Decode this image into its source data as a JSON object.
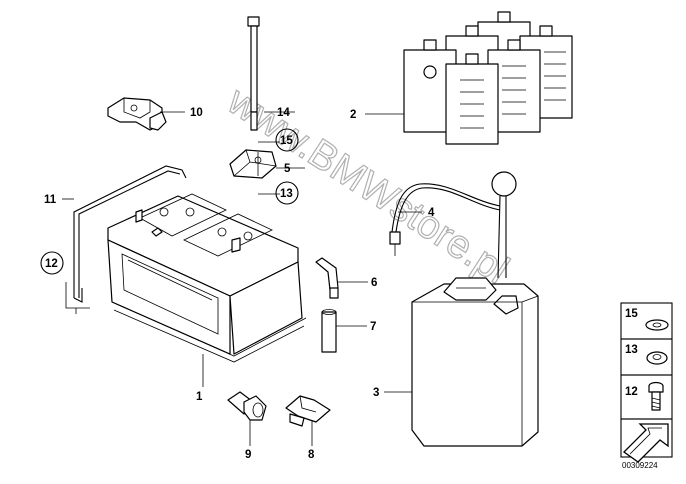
{
  "diagram": {
    "callouts": {
      "p1": "1",
      "p2": "2",
      "p4": "4",
      "p5": "5",
      "p6": "6",
      "p7": "7",
      "p8": "8",
      "p9": "9",
      "p10": "10",
      "p11": "11",
      "p12": "12",
      "p13": "13",
      "p14": "14",
      "p15": "15",
      "p3": "3"
    },
    "legend": {
      "item15": "15",
      "item13": "13",
      "item12": "12"
    },
    "watermark": "www.BMWstore.pl",
    "diagram_number": "00309224"
  }
}
